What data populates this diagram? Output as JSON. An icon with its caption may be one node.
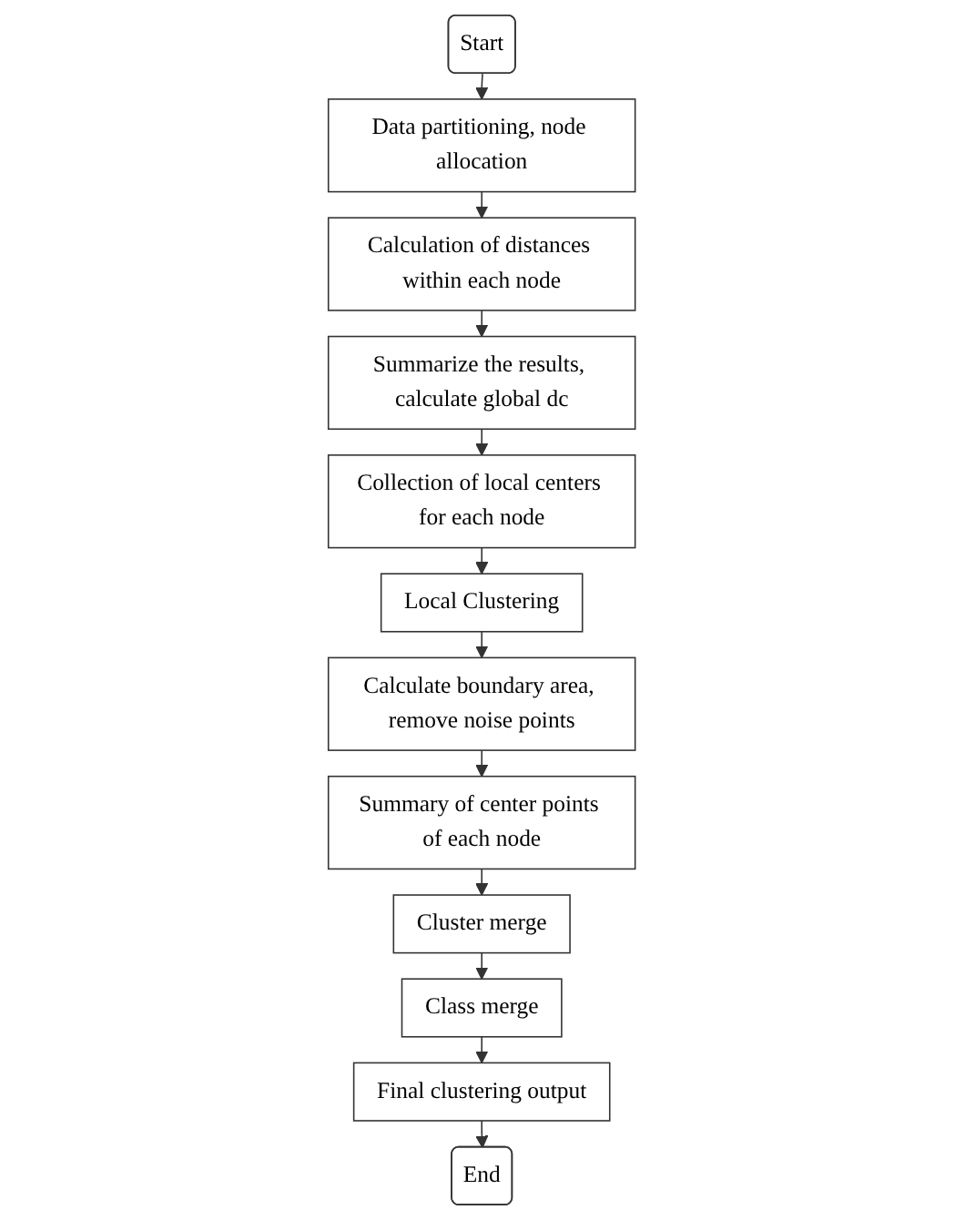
{
  "diagram": {
    "nodes": [
      {
        "text": [
          "Start"
        ]
      },
      {
        "text": [
          "Data partitioning, node allocation"
        ]
      },
      {
        "text": [
          "Calculation of distances within each node"
        ]
      },
      {
        "text": [
          "Summarize the results, calculate global dc"
        ]
      },
      {
        "text": [
          "Collection of local centers for each node"
        ]
      },
      {
        "text": [
          "Local Clustering"
        ]
      },
      {
        "text": [
          "Calculate boundary area, remove noise points"
        ]
      },
      {
        "text": [
          "Summary of center points of each node"
        ]
      },
      {
        "text": [
          "Cluster merge"
        ]
      },
      {
        "text": [
          "Class merge"
        ]
      },
      {
        "text": [
          "Final clustering output"
        ]
      },
      {
        "text": [
          "End"
        ]
      }
    ],
    "edges": [
      {
        "from": 0,
        "to": 1,
        "arrow": "to"
      },
      {
        "from": 1,
        "to": 2,
        "arrow": "to"
      },
      {
        "from": 2,
        "to": 3,
        "arrow": "to"
      },
      {
        "from": 3,
        "to": 4,
        "arrow": "to"
      },
      {
        "from": 4,
        "to": 5,
        "arrow": "to"
      },
      {
        "from": 5,
        "to": 6,
        "arrow": "to"
      },
      {
        "from": 6,
        "to": 7,
        "arrow": "to"
      },
      {
        "from": 7,
        "to": 8,
        "arrow": "to"
      },
      {
        "from": 8,
        "to": 9,
        "arrow": "to"
      },
      {
        "from": 9,
        "to": 10,
        "arrow": "to"
      },
      {
        "from": 10,
        "to": 11,
        "arrow": "to"
      }
    ]
  }
}
